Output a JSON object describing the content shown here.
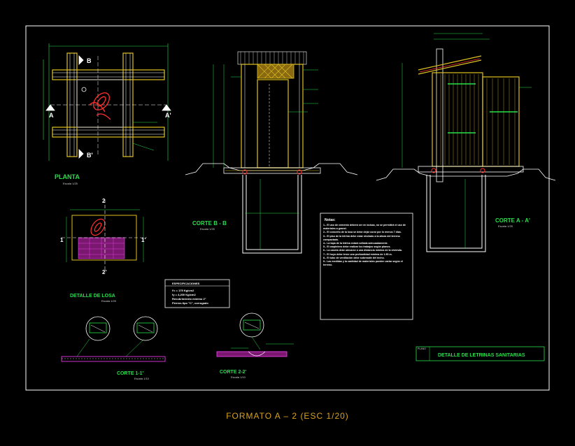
{
  "drawing": {
    "views": {
      "planta": {
        "title": "PLANTA",
        "scale": "Escala 1/25"
      },
      "corte_bb": {
        "title": "CORTE  B - B",
        "scale": "Escala 1/25"
      },
      "corte_aa": {
        "title": "CORTE  A - A'",
        "scale": "Escala 1/25"
      },
      "detalle_losa": {
        "title": "DETALLE DE LOSA",
        "scale": "Escala 1/25"
      },
      "corte_11": {
        "title": "CORTE  1-1'",
        "scale": "Escala 1/10"
      },
      "corte_22": {
        "title": "CORTE  2-2'",
        "scale": "Escala 1/10"
      }
    },
    "section_markers": {
      "a": "A",
      "a_prime": "A'",
      "b": "B",
      "b_prime": "B'",
      "one": "1",
      "one_prime": "1'",
      "two": "2",
      "two_prime": "2'"
    },
    "specs": {
      "title": "ESPECIFICACIONES",
      "lines": [
        "f'c = 175 Kg/cm2",
        "fy = 4,200 Kg/cm2",
        "Recubrimiento mínimo 2\"",
        "Fierros tipo \"C\", corrugado"
      ]
    },
    "notes": {
      "title": "Notas:",
      "items": [
        "1.- El uso de cemento deberá ser en bolsas, no se permitirá el uso de materiales a granel.",
        "2.- El concreto de la losa se debe dejar curar por lo menos 7 días.",
        "3.- El piso de la letrina debe estar nivelado a la altura del terreno compactado.",
        "4.- La tapa de la letrina estará sellada adecuadamente.",
        "5.- El carpintero debe realizar los trabajos según planos.",
        "6.- La caseta debe ubicarse a una distancia mínima de la vivienda.",
        "7.- El hoyo debe tener una profundidad mínima de 1.50 m.",
        "8.- El tubo de ventilación debe sobresalir del techo.",
        "9.- Las medidas y la cantidad de materiales pueden variar según el terreno."
      ]
    },
    "sheet_title": "DETALLE DE LETRINAS SANITARIAS",
    "sheet_title_tag": "PLANO",
    "format_caption": "FORMATO A – 2 (ESC 1/20)"
  },
  "colors": {
    "background": "#000000",
    "border": "#ffffff",
    "structure": "#e0c020",
    "dimension": "#27e04a",
    "rebar": "#ff3030",
    "label": "#27e04a",
    "caption": "#d9a11e"
  }
}
